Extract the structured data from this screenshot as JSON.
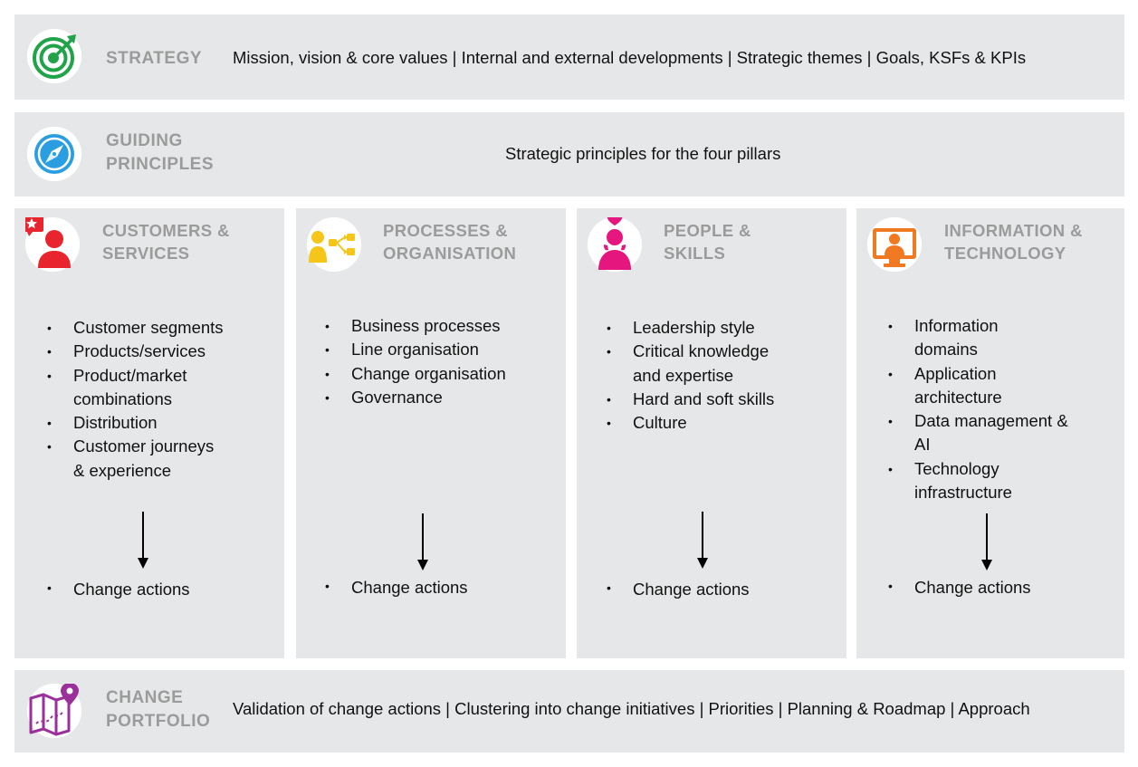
{
  "strategy": {
    "title": "STRATEGY",
    "description": "Mission, vision & core values | Internal and external developments | Strategic themes | Goals, KSFs & KPIs",
    "icon": "target-icon"
  },
  "guiding_principles": {
    "title_line1": "GUIDING",
    "title_line2": "PRINCIPLES",
    "description": "Strategic principles for the four pillars",
    "icon": "compass-icon"
  },
  "pillars": [
    {
      "title_line1": "CUSTOMERS &",
      "title_line2": "SERVICES",
      "icon": "customer-icon",
      "color": "#e8252e",
      "items": [
        "Customer segments",
        "Products/services",
        "Product/market",
        "combinations",
        "Distribution",
        "Customer journeys",
        "& experience"
      ],
      "change": "Change actions"
    },
    {
      "title_line1": "PROCESSES &",
      "title_line2": "ORGANISATION",
      "icon": "process-icon",
      "color": "#f5c51a",
      "items": [
        "Business processes",
        "Line organisation",
        "Change organisation",
        "Governance"
      ],
      "change": "Change actions"
    },
    {
      "title_line1": "PEOPLE &",
      "title_line2": "SKILLS",
      "icon": "person-heart-icon",
      "color": "#e5167d",
      "items": [
        "Leadership style",
        "Critical knowledge",
        "and expertise",
        "Hard and soft skills",
        "Culture"
      ],
      "change": "Change actions"
    },
    {
      "title_line1": "INFORMATION &",
      "title_line2": "TECHNOLOGY",
      "icon": "monitor-user-icon",
      "color": "#f07922",
      "items": [
        "Information",
        "domains",
        "Application",
        "architecture",
        "Data management &",
        "AI",
        "Technology",
        "infrastructure"
      ],
      "change": "Change actions"
    }
  ],
  "change_portfolio": {
    "title_line1": "CHANGE",
    "title_line2": "PORTFOLIO",
    "description": "Validation of change actions | Clustering into change initiatives | Priorities | Planning & Roadmap | Approach",
    "icon": "map-pin-icon"
  },
  "colors": {
    "band_bg": "#e6e7e8",
    "title_gray": "#9b9b9b",
    "strategy_green": "#22a34a",
    "compass_blue": "#2a9ee0",
    "portfolio_purple": "#9b2f9b"
  }
}
